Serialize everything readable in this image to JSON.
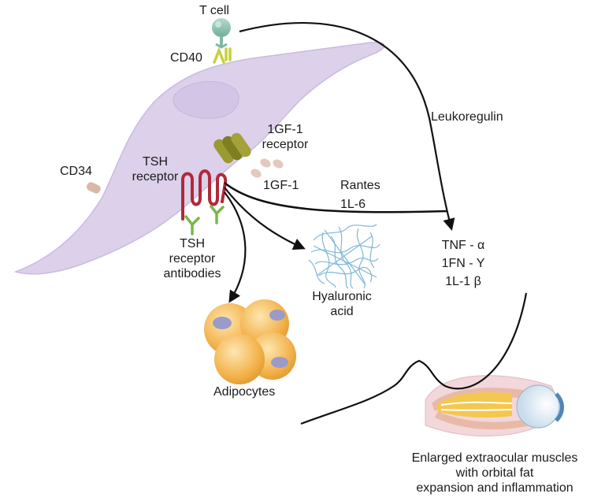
{
  "labels": {
    "t_cell": "T cell",
    "cd40": "CD40",
    "cd34": "CD34",
    "leukoregulin": "Leukoregulin",
    "igf1_receptor_line1": "1GF-1",
    "igf1_receptor_line2": "receptor",
    "igf1": "1GF-1",
    "tsh_receptor_line1": "TSH",
    "tsh_receptor_line2": "receptor",
    "rantes": "Rantes",
    "il6": "1L-6",
    "tsh_antibodies_line1": "TSH",
    "tsh_antibodies_line2": "receptor",
    "tsh_antibodies_line3": "antibodies",
    "tnf": "TNF - α",
    "ifn": "1FN - Y",
    "il1": "1L-1 β",
    "hyaluronic_line1": "Hyaluronic",
    "hyaluronic_line2": "acid",
    "adipocytes": "Adipocytes",
    "outcome_line1": "Enlarged extraocular muscles",
    "outcome_line2": "with orbital fat",
    "outcome_line3": "expansion and inflammation"
  },
  "colors": {
    "fibroblast": "#dcd0ea",
    "fibroblast_edge": "#cbbbe0",
    "t_cell": "#8fc4b0",
    "cd40": "#c9cf3a",
    "cd34": "#d9b8a6",
    "igf1_receptor": "#8a8a2a",
    "igf1": "#e4c9bf",
    "tsh_receptor": "#b02a3a",
    "antibody": "#78b84a",
    "hyaluronic_acid": "#79b3d9",
    "adipocyte": "#f3b24c",
    "adipocyte_nucleus": "#9b9bc9",
    "arrow": "#111111"
  }
}
